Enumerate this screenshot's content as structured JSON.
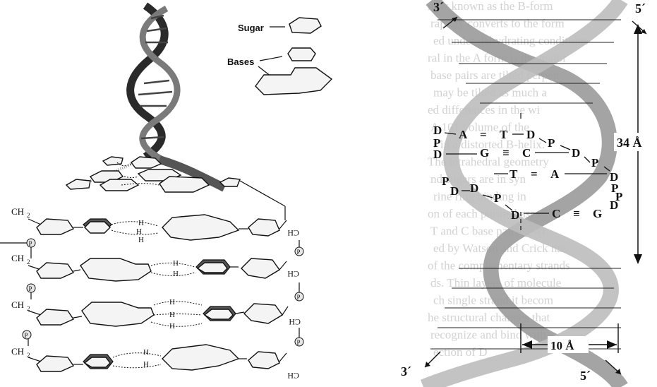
{
  "left_panel": {
    "legend": {
      "sugar_label": "Sugar",
      "bases_label": "Bases"
    },
    "backbone_labels": {
      "ch2": "CH",
      "subscript_2": "2",
      "phosphate": "P"
    },
    "hydrogen_label": "H"
  },
  "right_panel": {
    "end_labels": {
      "top_left": "3´",
      "top_right": "5´",
      "bottom_left": "3´",
      "bottom_right": "5´"
    },
    "pitch_label": "34 Å",
    "width_label": "10 Å",
    "base_pairs": [
      {
        "left": "D",
        "left2": "A",
        "bond": "=",
        "right2": "T",
        "right": "D",
        "p_right": "P"
      },
      {
        "left": "D",
        "left2": "G",
        "bond": "≡",
        "right2": "C",
        "right": "D",
        "p_right": "P"
      },
      {
        "left": "D",
        "left2": "T",
        "bond": "=",
        "right2": "A",
        "right": "D",
        "p_right": "P"
      },
      {
        "left": "D",
        "left2": "C",
        "bond": "≡",
        "right2": "G",
        "right": "D",
        "p_right": "P"
      }
    ],
    "background_text": [
      "now known as the B-form",
      "rapidly converts to the form",
      "ed under dehydrating conditions",
      "ral in the A form is the major",
      "base pairs are tilted perpen",
      "may be tilted as much a",
      "ed differences in the wi",
      "A 101 volume of the",
      "r in a distorted B-helix.",
      "The tetrahedral geometry",
      "nd sugars are in syn",
      "rine ring binding in",
      "on of each purine bases",
      "T and C base pairing wi",
      "ed by Watson and Crick has",
      "of the complementary strands",
      "ds. Thin layers of molecule",
      "ch single strand it becom",
      "he structural changes that",
      "recognize and bind with",
      "ection of D"
    ]
  }
}
